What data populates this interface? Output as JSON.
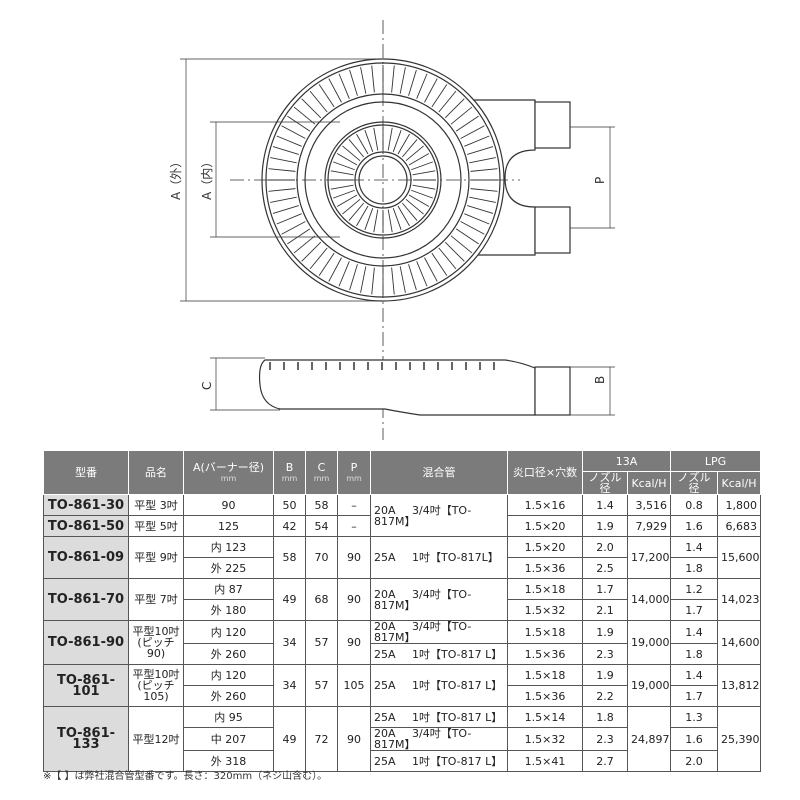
{
  "drawing": {
    "label_a_outer": "A（外）",
    "label_a_inner": "A（内）",
    "label_p": "P",
    "label_b": "B",
    "label_c": "C"
  },
  "table": {
    "headers": {
      "model": "型番",
      "name": "品名",
      "a": "A(バーナー径)",
      "unit": "mm",
      "b": "B",
      "c": "C",
      "p": "P",
      "mix": "混合管",
      "flame": "炎口径×穴数",
      "g13": "13A",
      "lpg": "LPG",
      "nozzle": "ノズル径",
      "kcal": "Kcal/H"
    },
    "columns": {
      "model": [
        [
          "TO-861-30",
          1
        ],
        [
          "TO-861-50",
          1
        ],
        [
          "TO-861-09",
          2
        ],
        [
          "TO-861-70",
          2
        ],
        [
          "TO-861-90",
          2
        ],
        [
          "TO-861-101",
          2
        ],
        [
          "TO-861-133",
          3
        ]
      ],
      "name": [
        [
          "平型 3吋",
          1
        ],
        [
          "平型 5吋",
          1
        ],
        [
          "平型 9吋",
          2
        ],
        [
          "平型 7吋",
          2
        ],
        [
          "平型10吋\n(ピッチ90)",
          2
        ],
        [
          "平型10吋\n(ピッチ105)",
          2
        ],
        [
          "平型12吋",
          3
        ]
      ],
      "a": [
        [
          "90",
          1
        ],
        [
          "125",
          1
        ],
        [
          "内 123",
          1
        ],
        [
          "外 225",
          1
        ],
        [
          "内 87",
          1
        ],
        [
          "外 180",
          1
        ],
        [
          "内 120",
          1
        ],
        [
          "外 260",
          1
        ],
        [
          "内 120",
          1
        ],
        [
          "外 260",
          1
        ],
        [
          "内 95",
          1
        ],
        [
          "中 207",
          1
        ],
        [
          "外 318",
          1
        ]
      ],
      "b": [
        [
          "50",
          1
        ],
        [
          "42",
          1
        ],
        [
          "58",
          2
        ],
        [
          "49",
          2
        ],
        [
          "34",
          2
        ],
        [
          "34",
          2
        ],
        [
          "49",
          3
        ]
      ],
      "c": [
        [
          "58",
          1
        ],
        [
          "54",
          1
        ],
        [
          "70",
          2
        ],
        [
          "68",
          2
        ],
        [
          "57",
          2
        ],
        [
          "57",
          2
        ],
        [
          "72",
          3
        ]
      ],
      "p": [
        [
          "–",
          1
        ],
        [
          "–",
          1
        ],
        [
          "90",
          2
        ],
        [
          "90",
          2
        ],
        [
          "90",
          2
        ],
        [
          "105",
          2
        ],
        [
          "90",
          3
        ]
      ],
      "mix": [
        [
          [
            "20A",
            "3/4吋【TO-817M】"
          ],
          2
        ],
        [
          [
            "25A",
            "1吋【TO-817L】"
          ],
          2
        ],
        [
          [
            "20A",
            "3/4吋【TO-817M】"
          ],
          2
        ],
        [
          [
            "20A",
            "3/4吋【TO-817M】"
          ],
          1
        ],
        [
          [
            "25A",
            "1吋【TO-817 L】"
          ],
          1
        ],
        [
          [
            "25A",
            "1吋【TO-817 L】"
          ],
          2
        ],
        [
          [
            "25A",
            "1吋【TO-817 L】"
          ],
          1
        ],
        [
          [
            "20A",
            "3/4吋【TO-817M】"
          ],
          1
        ],
        [
          [
            "25A",
            "1吋【TO-817 L】"
          ],
          1
        ]
      ],
      "flame": [
        [
          "1.5×16",
          1
        ],
        [
          "1.5×20",
          1
        ],
        [
          "1.5×20",
          1
        ],
        [
          "1.5×36",
          1
        ],
        [
          "1.5×18",
          1
        ],
        [
          "1.5×32",
          1
        ],
        [
          "1.5×18",
          1
        ],
        [
          "1.5×36",
          1
        ],
        [
          "1.5×18",
          1
        ],
        [
          "1.5×36",
          1
        ],
        [
          "1.5×14",
          1
        ],
        [
          "1.5×32",
          1
        ],
        [
          "1.5×41",
          1
        ]
      ],
      "n13": [
        [
          "1.4",
          1
        ],
        [
          "1.9",
          1
        ],
        [
          "2.0",
          1
        ],
        [
          "2.5",
          1
        ],
        [
          "1.7",
          1
        ],
        [
          "2.1",
          1
        ],
        [
          "1.9",
          1
        ],
        [
          "2.3",
          1
        ],
        [
          "1.9",
          1
        ],
        [
          "2.2",
          1
        ],
        [
          "1.8",
          1
        ],
        [
          "2.3",
          1
        ],
        [
          "2.7",
          1
        ]
      ],
      "k13": [
        [
          "3,516",
          1
        ],
        [
          "7,929",
          1
        ],
        [
          "17,200",
          2
        ],
        [
          "14,000",
          2
        ],
        [
          "19,000",
          2
        ],
        [
          "19,000",
          2
        ],
        [
          "24,897",
          3
        ]
      ],
      "nl": [
        [
          "0.8",
          1
        ],
        [
          "1.6",
          1
        ],
        [
          "1.4",
          1
        ],
        [
          "1.8",
          1
        ],
        [
          "1.2",
          1
        ],
        [
          "1.7",
          1
        ],
        [
          "1.4",
          1
        ],
        [
          "1.8",
          1
        ],
        [
          "1.4",
          1
        ],
        [
          "1.7",
          1
        ],
        [
          "1.3",
          1
        ],
        [
          "1.6",
          1
        ],
        [
          "2.0",
          1
        ]
      ],
      "kl": [
        [
          "1,800",
          1
        ],
        [
          "6,683",
          1
        ],
        [
          "15,600",
          2
        ],
        [
          "14,023",
          2
        ],
        [
          "14,600",
          2
        ],
        [
          "13,812",
          2
        ],
        [
          "25,390",
          3
        ]
      ]
    }
  },
  "note": "※【 】は弊社混合管型番です。長さ：320mm（ネジ山含む）。"
}
